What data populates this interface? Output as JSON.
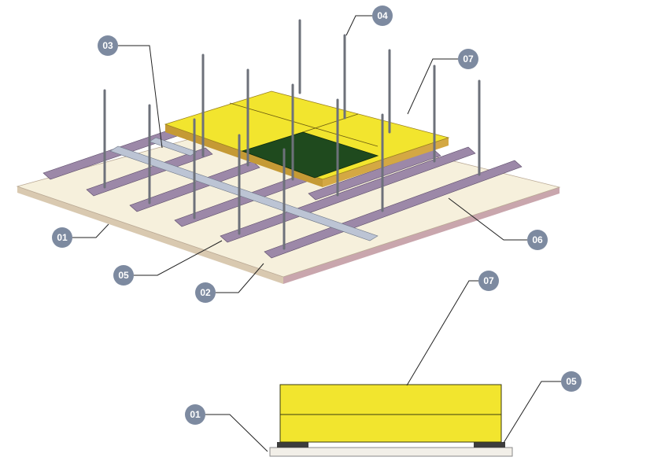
{
  "colors": {
    "board": "#f6f0dc",
    "board_edge": "#c9a6ad",
    "profile": "#9c88a8",
    "profile_dark": "#6e5b7c",
    "profile_light": "#c8bcd2",
    "cross_profile": "#bcc4d4",
    "insulation": "#f2e52e",
    "insulation_edge": "#c59a35",
    "opening": "#1f4a1e",
    "hanger": "#7c8088",
    "callout_fill": "#7d8aa0",
    "leader": "#222222"
  },
  "callouts": {
    "c01_top": "01",
    "c02": "02",
    "c03": "03",
    "c04": "04",
    "c05_top": "05",
    "c06": "06",
    "c07_top": "07",
    "c07_bottom": "07",
    "c05_bottom": "05",
    "c01_bottom": "01"
  }
}
